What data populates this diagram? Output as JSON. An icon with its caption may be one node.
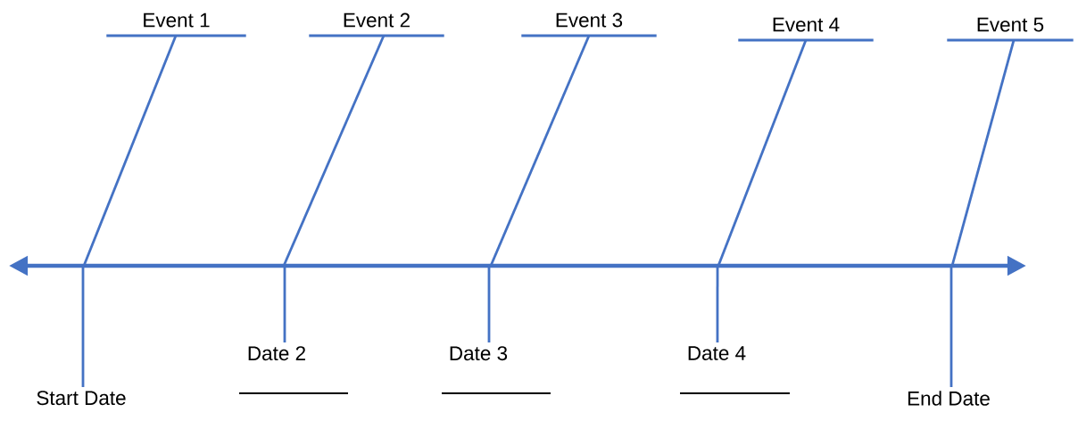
{
  "diagram": {
    "nodes": [
      {
        "text": [
          "Event 1"
        ]
      },
      {
        "text": [
          "Event 2"
        ]
      },
      {
        "text": [
          "Event 3"
        ]
      },
      {
        "text": [
          "Event 4"
        ]
      },
      {
        "text": [
          "Event 5"
        ]
      },
      {
        "text": [],
        "shape": "arrow"
      },
      {
        "text": [
          "Start Date"
        ]
      },
      {
        "text": [
          "Date 2"
        ]
      },
      {
        "text": [
          "Date 3"
        ]
      },
      {
        "text": [
          "Date 4"
        ]
      },
      {
        "text": [
          "End Date"
        ]
      }
    ],
    "edges": [
      {
        "from": 0,
        "to": 5,
        "arrow": "none"
      },
      {
        "from": 1,
        "to": 5,
        "arrow": "none"
      },
      {
        "from": 2,
        "to": 5,
        "arrow": "none"
      },
      {
        "from": 3,
        "to": 5,
        "arrow": "none"
      },
      {
        "from": 4,
        "to": 5,
        "arrow": "none"
      },
      {
        "from": 5,
        "to": 6,
        "arrow": "none"
      },
      {
        "from": 5,
        "to": 7,
        "arrow": "none"
      },
      {
        "from": 5,
        "to": 8,
        "arrow": "none"
      },
      {
        "from": 5,
        "to": 9,
        "arrow": "none"
      },
      {
        "from": 5,
        "to": 10,
        "arrow": "none"
      }
    ]
  }
}
